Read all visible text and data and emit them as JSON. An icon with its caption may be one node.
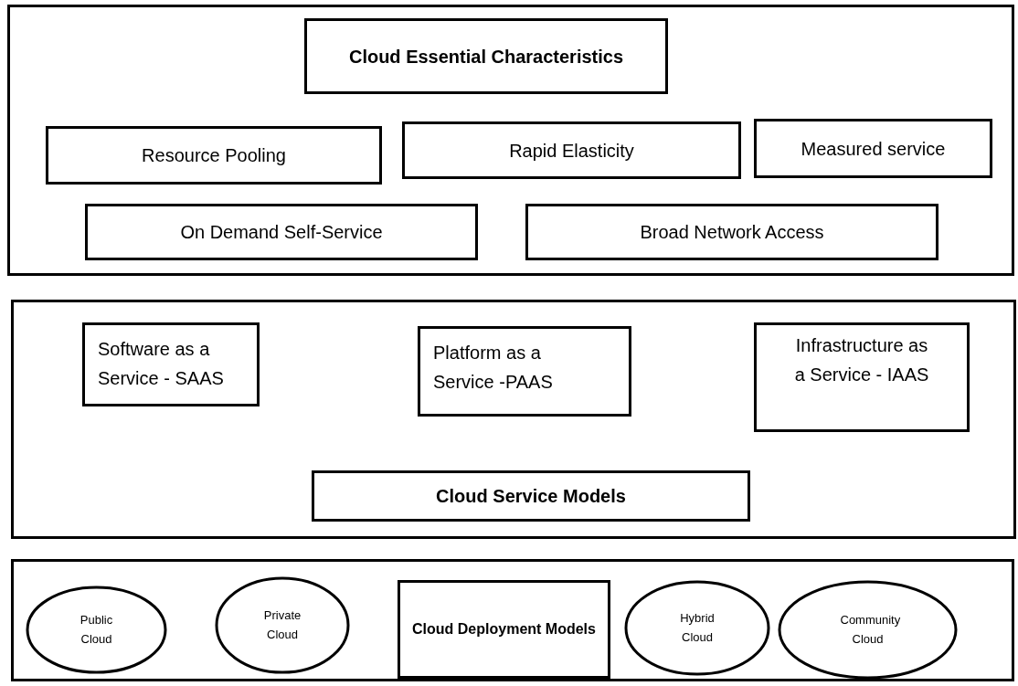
{
  "diagram": {
    "nodes": [
      {
        "text": [],
        "shape": "box"
      },
      {
        "text": [
          "Cloud Essential Characteristics"
        ],
        "in": 0
      },
      {
        "text": [
          "Resource Pooling"
        ],
        "in": 0
      },
      {
        "text": [
          "Rapid Elasticity"
        ],
        "in": 0
      },
      {
        "text": [
          "Measured service"
        ],
        "in": 0
      },
      {
        "text": [
          "On Demand Self-Service"
        ],
        "in": 0
      },
      {
        "text": [
          "Broad Network Access"
        ],
        "in": 0
      },
      {
        "text": [],
        "shape": "box"
      },
      {
        "text": [
          "Software as a Service - SAAS"
        ],
        "in": 7
      },
      {
        "text": [
          "Platform as a Service -PAAS"
        ],
        "in": 7
      },
      {
        "text": [
          "Infrastructure as a Service - IAAS"
        ],
        "in": 7
      },
      {
        "text": [
          "Cloud Service Models"
        ],
        "in": 7
      },
      {
        "text": [],
        "shape": "box"
      },
      {
        "text": [
          "Public Cloud"
        ],
        "in": 12
      },
      {
        "text": [
          "Private Cloud"
        ],
        "in": 12
      },
      {
        "text": [
          "Cloud Deployment Models"
        ],
        "in": 12
      },
      {
        "text": [
          "Hybrid Cloud"
        ],
        "in": 12
      },
      {
        "text": [
          "Community Cloud"
        ],
        "in": 12
      }
    ],
    "edges": []
  }
}
